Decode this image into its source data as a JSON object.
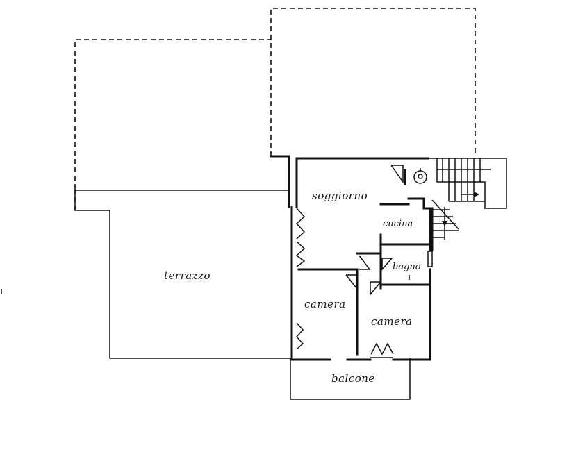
{
  "floorplan": {
    "rooms": {
      "terrazzo": "terrazzo",
      "soggiorno": "soggiorno",
      "cucina": "cucina",
      "bagno": "bagno",
      "camera_1": "camera",
      "camera_2": "camera",
      "balcone": "balcone"
    }
  }
}
